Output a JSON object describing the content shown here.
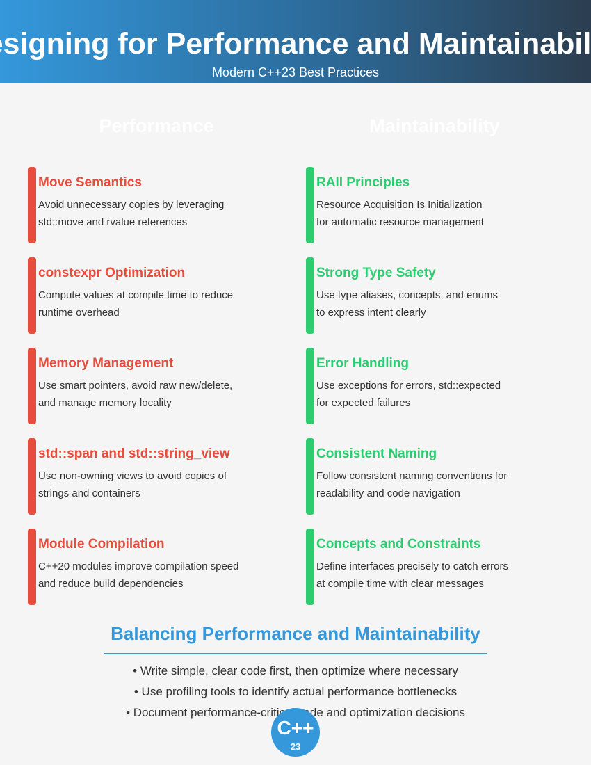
{
  "header": {
    "title": "Designing for Performance and Maintainability",
    "subtitle": "Modern C++23 Best Practices"
  },
  "columns": {
    "performance": {
      "heading": "Performance",
      "cards": [
        {
          "title": "Move Semantics",
          "line1": "Avoid unnecessary copies by leveraging",
          "line2": "std::move and rvalue references"
        },
        {
          "title": "constexpr Optimization",
          "line1": "Compute values at compile time to reduce",
          "line2": "runtime overhead"
        },
        {
          "title": "Memory Management",
          "line1": "Use smart pointers, avoid raw new/delete,",
          "line2": "and manage memory locality"
        },
        {
          "title": "std::span and std::string_view",
          "line1": "Use non-owning views to avoid copies of",
          "line2": "strings and containers"
        },
        {
          "title": "Module Compilation",
          "line1": "C++20 modules improve compilation speed",
          "line2": "and reduce build dependencies"
        }
      ]
    },
    "maintainability": {
      "heading": "Maintainability",
      "cards": [
        {
          "title": "RAII Principles",
          "line1": "Resource Acquisition Is Initialization",
          "line2": "for automatic resource management"
        },
        {
          "title": "Strong Type Safety",
          "line1": "Use type aliases, concepts, and enums",
          "line2": "to express intent clearly"
        },
        {
          "title": "Error Handling",
          "line1": "Use exceptions for errors, std::expected",
          "line2": "for expected failures"
        },
        {
          "title": "Consistent Naming",
          "line1": "Follow consistent naming conventions for",
          "line2": "readability and code navigation"
        },
        {
          "title": "Concepts and Constraints",
          "line1": "Define interfaces precisely to catch errors",
          "line2": "at compile time with clear messages"
        }
      ]
    }
  },
  "balance": {
    "title": "Balancing Performance and Maintainability",
    "bullets": [
      "• Write simple, clear code first, then optimize where necessary",
      "• Use profiling tools to identify actual performance bottlenecks",
      "• Document performance-critical code and optimization decisions"
    ]
  },
  "logo": {
    "main": "C++",
    "sub": "23"
  },
  "colors": {
    "performance_accent": "#e74c3c",
    "maintainability_accent": "#2ecc71",
    "primary_blue": "#3498db",
    "header_dark": "#2c3e50",
    "background": "#f5f5f5"
  }
}
